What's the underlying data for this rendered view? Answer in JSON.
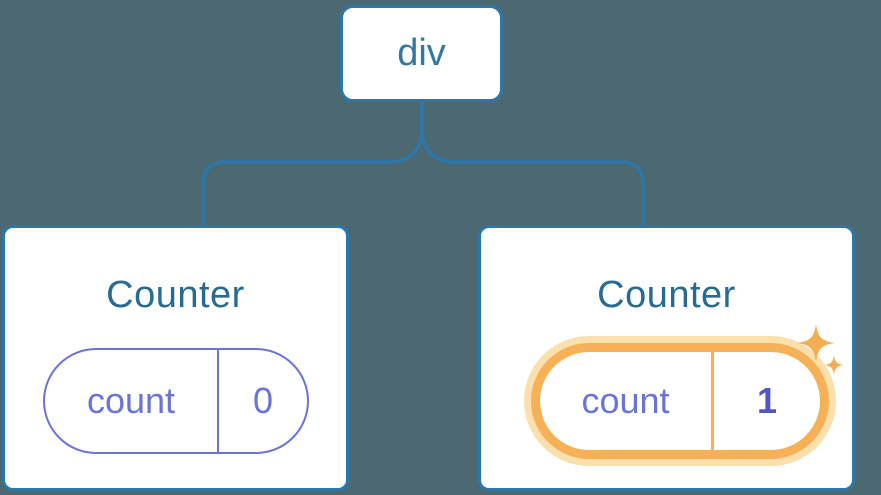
{
  "diagram": {
    "description": "component tree with isolated state",
    "root": {
      "label": "div"
    },
    "children": [
      {
        "title": "Counter",
        "state": {
          "key": "count",
          "value": "0"
        },
        "highlighted": false
      },
      {
        "title": "Counter",
        "state": {
          "key": "count",
          "value": "1"
        },
        "highlighted": true
      }
    ],
    "icons": {
      "sparkle": "four-point-star-sparkle"
    },
    "colors": {
      "background": "#4c6972",
      "node_fill": "#ffffff",
      "node_border": "#2a78ab",
      "connector_line": "#2a78ab",
      "root_label_text": "#3079a4",
      "card_title_text": "#276b93",
      "state_pill_purple": "#6a73d8",
      "state_value_bold_purple": "#5057c8",
      "highlight_orange": "#f6b156",
      "highlight_halo": "#fbdfad"
    }
  }
}
